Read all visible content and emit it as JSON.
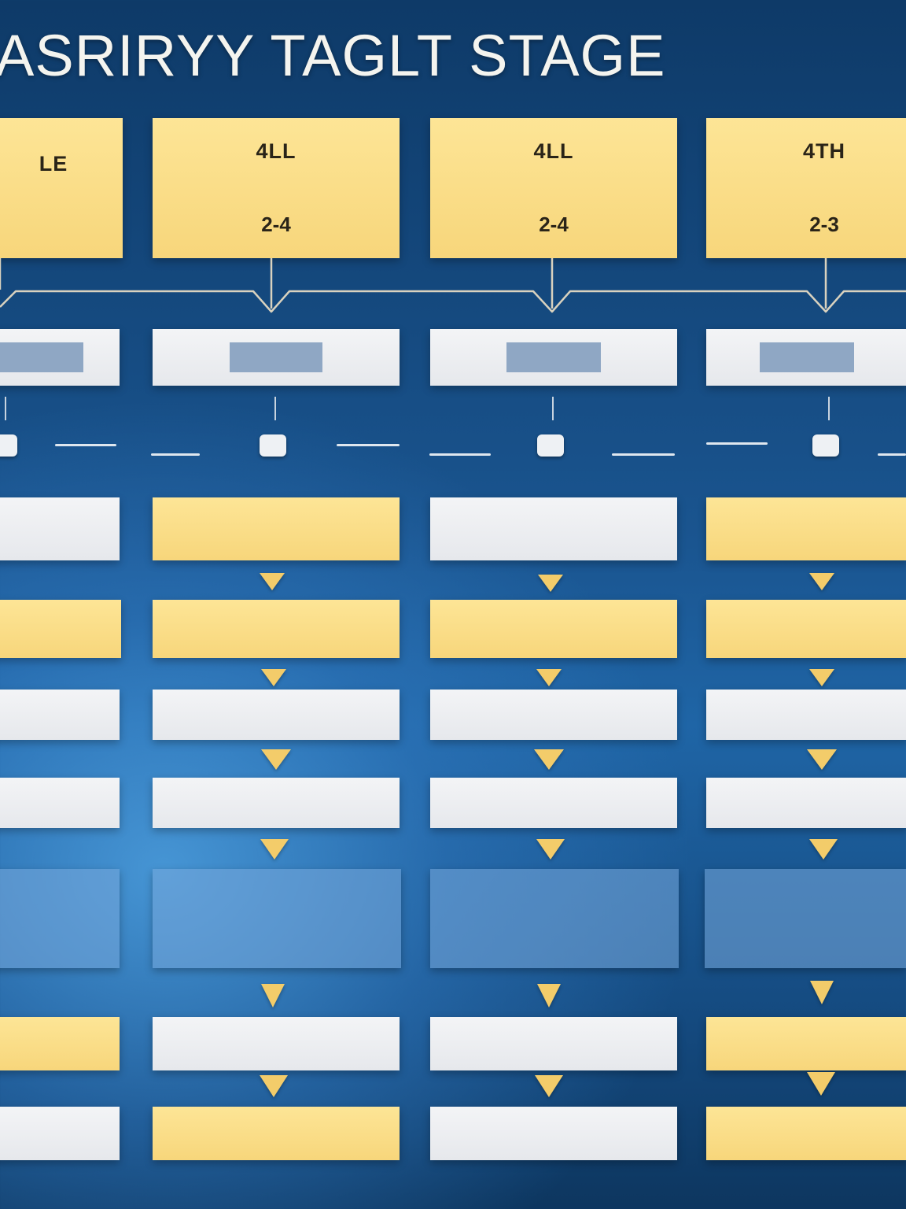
{
  "title": "ASRIRYY TAGLT STAGE",
  "headers": [
    {
      "code": "LE",
      "line1": "",
      "line2": "",
      "range": ""
    },
    {
      "code": "4LL",
      "line1": "",
      "line2": "",
      "range": "2-4"
    },
    {
      "code": "4LL",
      "line1": "",
      "line2": "",
      "range": "2-4"
    },
    {
      "code": "4TH",
      "line1": "",
      "line2": "",
      "range": "2-3"
    }
  ],
  "tags": [
    "",
    "",
    "",
    ""
  ],
  "pills": [
    "",
    "",
    "",
    ""
  ],
  "rows": [
    {
      "cards": [
        {
          "l1": "",
          "l2": ""
        },
        {
          "l1": "",
          "l2": ""
        },
        {
          "l1": "",
          "l2": ""
        },
        {
          "l1": "",
          "l2": ""
        }
      ]
    },
    {
      "cards": [
        {
          "l1": "",
          "l2": ""
        },
        {
          "l1": "",
          "l2": ""
        },
        {
          "l1": "",
          "l2": ""
        },
        {
          "l1": "",
          "l2": ""
        }
      ]
    },
    {
      "cards": [
        {
          "l1": "",
          "l2": ""
        },
        {
          "l1": "",
          "l2": ""
        },
        {
          "l1": "",
          "l2": ""
        },
        {
          "l1": "",
          "l2": ""
        }
      ]
    },
    {
      "cards": [
        {
          "l1": "",
          "l2": ""
        },
        {
          "l1": "",
          "l2": ""
        },
        {
          "l1": "",
          "l2": ""
        },
        {
          "l1": "",
          "l2": ""
        }
      ]
    },
    {
      "cards": [
        {
          "l1": "",
          "l2": ""
        },
        {
          "l1": "",
          "l2": ""
        },
        {
          "l1": "",
          "l2": ""
        },
        {
          "l1": "",
          "l2": ""
        }
      ]
    },
    {
      "cards": [
        {
          "l1": "",
          "l2": ""
        },
        {
          "l1": "",
          "l2": ""
        },
        {
          "l1": "",
          "l2": ""
        },
        {
          "l1": "",
          "l2": ""
        }
      ]
    },
    {
      "cards": [
        {
          "l1": "",
          "l2": ""
        },
        {
          "l1": "",
          "l2": ""
        },
        {
          "l1": "",
          "l2": ""
        },
        {
          "l1": "",
          "l2": ""
        }
      ]
    }
  ]
}
